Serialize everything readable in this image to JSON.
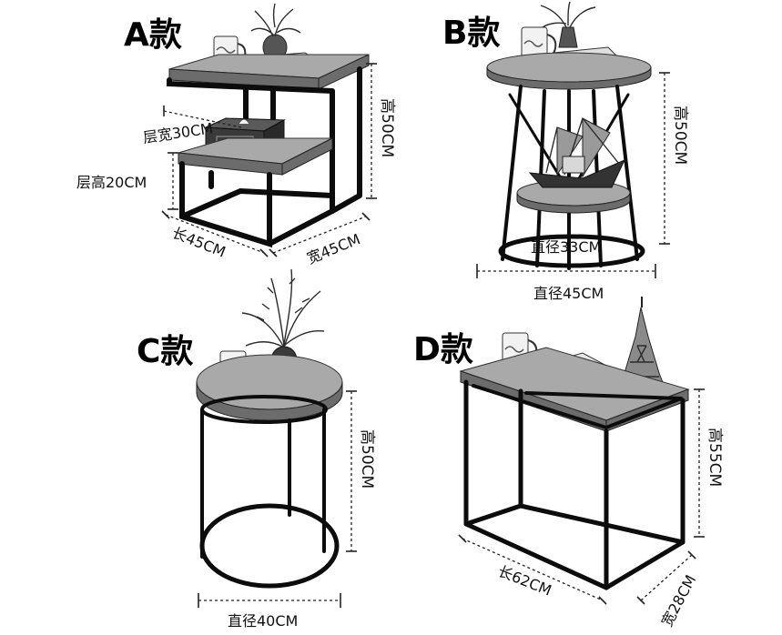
{
  "products": {
    "a": {
      "title": "A款",
      "dims": {
        "layer_width": "层宽30CM",
        "layer_height": "层高20CM",
        "length": "长45CM",
        "width": "宽45CM",
        "height": "高50CM"
      }
    },
    "b": {
      "title": "B款",
      "dims": {
        "height": "高50CM",
        "inner_diameter": "直径33CM",
        "outer_diameter": "直径45CM"
      }
    },
    "c": {
      "title": "C款",
      "dims": {
        "height": "高50CM",
        "diameter": "直径40CM"
      }
    },
    "d": {
      "title": "D款",
      "dims": {
        "height": "高55CM",
        "length": "长62CM",
        "width": "宽28CM"
      }
    }
  },
  "icons": [
    "mug-icon",
    "book-icon",
    "plant-icon",
    "tissue-box-icon",
    "ship-model-icon",
    "eiffel-tower-icon"
  ]
}
